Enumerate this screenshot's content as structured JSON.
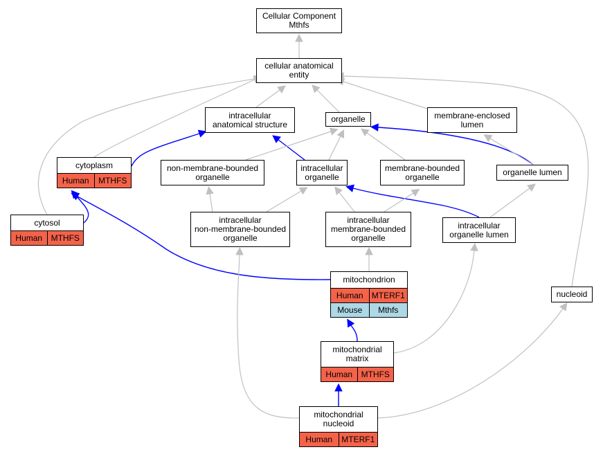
{
  "colors": {
    "gray_edge": "#c0c0c0",
    "blue_edge": "#0000ff",
    "human_row": "#f4624a",
    "mouse_row": "#add8e6"
  },
  "nodes": {
    "cc_mthfs": {
      "label": "Cellular Component\nMthfs"
    },
    "cae": {
      "label": "cellular anatomical\nentity"
    },
    "ias": {
      "label": "intracellular\nanatomical structure"
    },
    "organelle": {
      "label": "organelle"
    },
    "mel": {
      "label": "membrane-enclosed\nlumen"
    },
    "cytoplasm": {
      "label": "cytoplasm",
      "rows": [
        {
          "species": "Human",
          "gene": "MTHFS"
        }
      ]
    },
    "nmbo": {
      "label": "non-membrane-bounded\norganelle"
    },
    "io": {
      "label": "intracellular\norganelle"
    },
    "mbo": {
      "label": "membrane-bounded\norganelle"
    },
    "ol": {
      "label": "organelle lumen"
    },
    "cytosol": {
      "label": "cytosol",
      "rows": [
        {
          "species": "Human",
          "gene": "MTHFS"
        }
      ]
    },
    "inmbo": {
      "label": "intracellular\nnon-membrane-bounded\norganelle"
    },
    "imbo": {
      "label": "intracellular\nmembrane-bounded\norganelle"
    },
    "iol": {
      "label": "intracellular\norganelle lumen"
    },
    "mito": {
      "label": "mitochondrion",
      "rows": [
        {
          "species": "Human",
          "gene": "MTERF1"
        },
        {
          "species": "Mouse",
          "gene": "Mthfs"
        }
      ]
    },
    "nucleoid": {
      "label": "nucleoid"
    },
    "mmatrix": {
      "label": "mitochondrial\nmatrix",
      "rows": [
        {
          "species": "Human",
          "gene": "MTHFS"
        }
      ]
    },
    "mnucleoid": {
      "label": "mitochondrial\nnucleoid",
      "rows": [
        {
          "species": "Human",
          "gene": "MTERF1"
        }
      ]
    }
  },
  "edges": [
    {
      "from": "cae",
      "to": "cc_mthfs",
      "type": "gray"
    },
    {
      "from": "ias",
      "to": "cae",
      "type": "gray"
    },
    {
      "from": "organelle",
      "to": "cae",
      "type": "gray"
    },
    {
      "from": "mel",
      "to": "cae",
      "type": "gray"
    },
    {
      "from": "cytoplasm",
      "to": "cae",
      "type": "gray"
    },
    {
      "from": "cytosol",
      "to": "cae",
      "type": "gray"
    },
    {
      "from": "nucleoid",
      "to": "cae",
      "type": "gray"
    },
    {
      "from": "cytoplasm",
      "to": "ias",
      "type": "blue"
    },
    {
      "from": "io",
      "to": "ias",
      "type": "blue"
    },
    {
      "from": "ol",
      "to": "organelle",
      "type": "blue"
    },
    {
      "from": "nmbo",
      "to": "organelle",
      "type": "gray"
    },
    {
      "from": "io",
      "to": "organelle",
      "type": "gray"
    },
    {
      "from": "mbo",
      "to": "organelle",
      "type": "gray"
    },
    {
      "from": "ol",
      "to": "mel",
      "type": "gray"
    },
    {
      "from": "cytosol",
      "to": "cytoplasm",
      "type": "blue"
    },
    {
      "from": "mito",
      "to": "cytoplasm",
      "type": "blue"
    },
    {
      "from": "inmbo",
      "to": "nmbo",
      "type": "gray"
    },
    {
      "from": "inmbo",
      "to": "io",
      "type": "gray"
    },
    {
      "from": "imbo",
      "to": "io",
      "type": "gray"
    },
    {
      "from": "iol",
      "to": "io",
      "type": "blue"
    },
    {
      "from": "imbo",
      "to": "mbo",
      "type": "gray"
    },
    {
      "from": "iol",
      "to": "ol",
      "type": "gray"
    },
    {
      "from": "mito",
      "to": "imbo",
      "type": "gray"
    },
    {
      "from": "mmatrix",
      "to": "mito",
      "type": "blue"
    },
    {
      "from": "mmatrix",
      "to": "iol",
      "type": "gray"
    },
    {
      "from": "mnucleoid",
      "to": "mmatrix",
      "type": "blue"
    },
    {
      "from": "mnucleoid",
      "to": "inmbo",
      "type": "gray"
    },
    {
      "from": "mnucleoid",
      "to": "nucleoid",
      "type": "gray"
    }
  ]
}
